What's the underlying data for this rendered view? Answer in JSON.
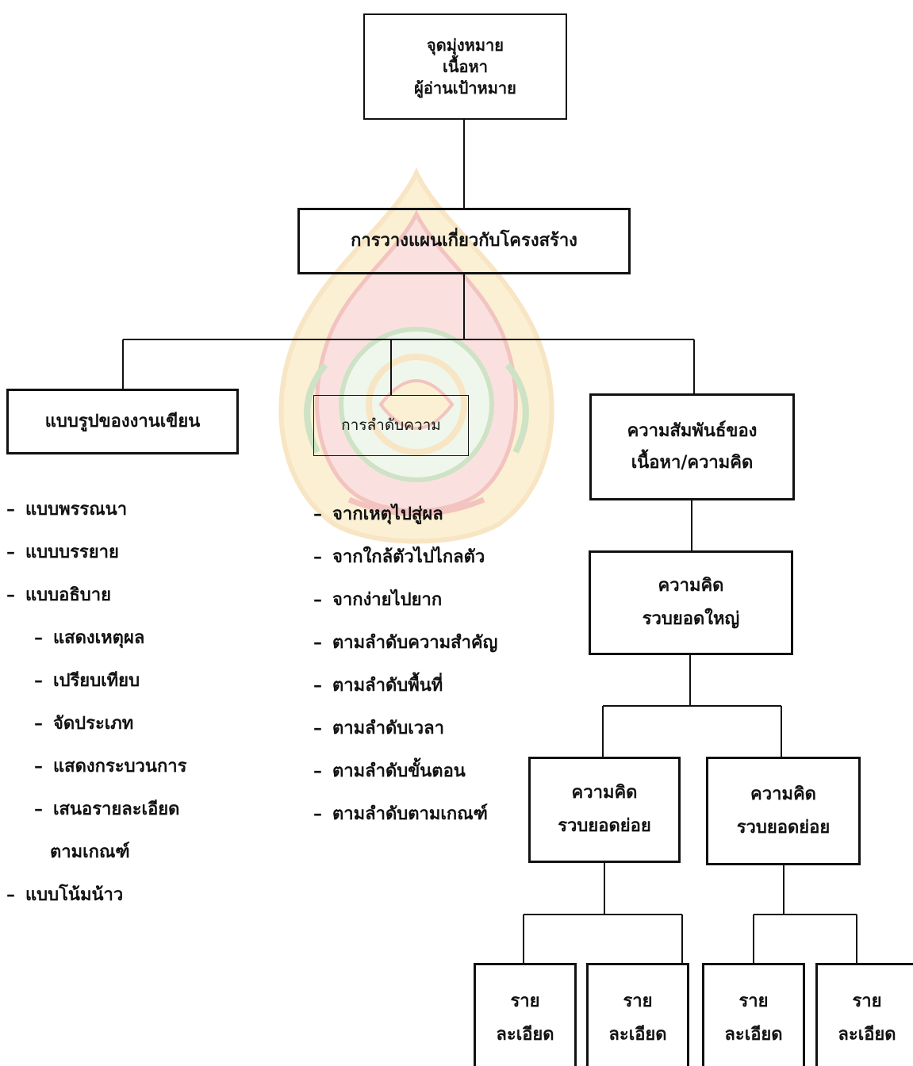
{
  "top_box": {
    "lines": [
      "จุดมุ่งหมาย",
      "เนื้อหา",
      "ผู้อ่านเป้าหมาย"
    ]
  },
  "planning_box": {
    "label": "การวางแผนเกี่ยวกับโครงสร้าง"
  },
  "form_box": {
    "label": "แบบรูปของงานเขียน"
  },
  "order_box": {
    "label": "การลำดับความ"
  },
  "relation_box": {
    "lines": [
      "ความสัมพันธ์ของ",
      "เนื้อหา/ความคิด"
    ]
  },
  "main_idea_box": {
    "lines": [
      "ความคิด",
      "รวบยอดใหญ่"
    ]
  },
  "sub_ideas": [
    {
      "lines": [
        "ความคิด",
        "รวบยอดย่อย"
      ]
    },
    {
      "lines": [
        "ความคิด",
        "รวบยอดย่อย"
      ]
    }
  ],
  "details": [
    {
      "lines": [
        "ราย",
        "ละเอียด"
      ]
    },
    {
      "lines": [
        "ราย",
        "ละเอียด"
      ]
    },
    {
      "lines": [
        "ราย",
        "ละเอียด"
      ]
    },
    {
      "lines": [
        "ราย",
        "ละเอียด"
      ]
    }
  ],
  "dash": "–",
  "form_list": [
    {
      "text": "แบบพรรณนา",
      "level": 0
    },
    {
      "text": "แบบบรรยาย",
      "level": 0
    },
    {
      "text": "แบบอธิบาย",
      "level": 0
    },
    {
      "text": "แสดงเหตุผล",
      "level": 1
    },
    {
      "text": "เปรียบเทียบ",
      "level": 1
    },
    {
      "text": "จัดประเภท",
      "level": 1
    },
    {
      "text": "แสดงกระบวนการ",
      "level": 1
    },
    {
      "text": "เสนอรายละเอียด",
      "level": 1
    },
    {
      "text": "ตามเกณฑ์",
      "level": 2
    },
    {
      "text": "แบบโน้มน้าว",
      "level": 0
    }
  ],
  "order_list": [
    "จากเหตุไปสู่ผล",
    "จากใกล้ตัวไปไกลตัว",
    "จากง่ายไปยาก",
    "ตามลำดับความสำคัญ",
    "ตามลำดับพื้นที่",
    "ตามลำดับเวลา",
    "ตามลำดับขั้นตอน",
    "ตามลำดับตามเกณฑ์"
  ],
  "colors": {
    "ink": "#111111",
    "watermark_gold": "#e8b04a",
    "watermark_red": "#d9463b",
    "watermark_green": "#6aa84f"
  }
}
